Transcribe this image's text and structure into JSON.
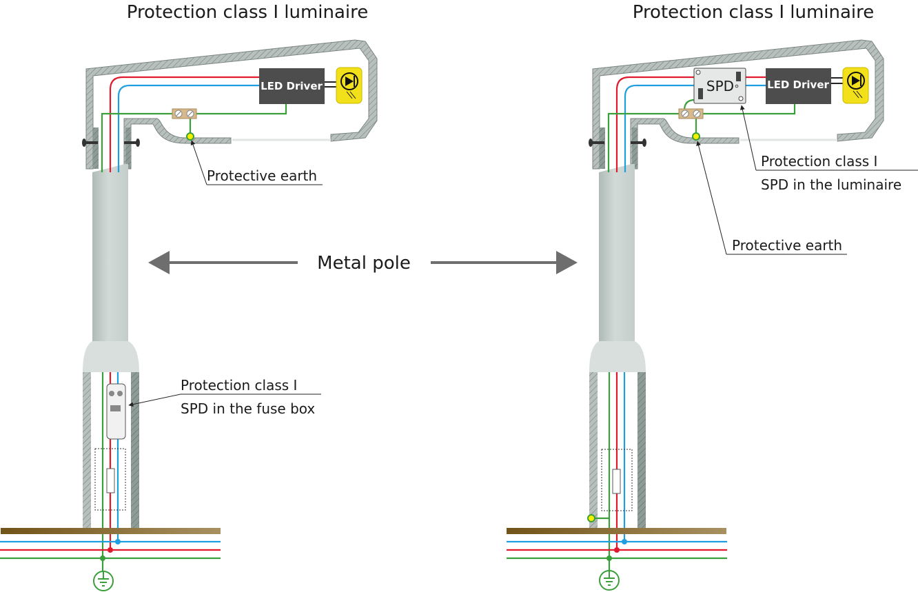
{
  "colors": {
    "phase": "#e0192d",
    "neutral": "#1e9ee0",
    "earth": "#3a9e3a",
    "housing": "#8e9c98",
    "pole": "#c9d2cf",
    "driver": "#4d4d4d",
    "led_bg": "#f2e01a",
    "ground": "#8a6a30",
    "arrow": "#6e6e6e",
    "earth_point": "#f4f000"
  },
  "left_panel": {
    "title": "Protection class I luminaire",
    "driver_label": "LED Driver",
    "led_icon": "led-diode-icon",
    "callouts": {
      "protective_earth": "Protective earth",
      "spd_line1": "Protection class I",
      "spd_line2": "SPD in the fuse box"
    }
  },
  "right_panel": {
    "title": "Protection class I luminaire",
    "driver_label": "LED Driver",
    "spd_label": "SPD",
    "led_icon": "led-diode-icon",
    "callouts": {
      "spd_line1": "Protection class I",
      "spd_line2": "SPD in the luminaire",
      "protective_earth": "Protective earth"
    }
  },
  "center": {
    "label": "Metal pole",
    "arrows": [
      "arrow-left",
      "arrow-right"
    ]
  },
  "ground_symbol": "earth-ground-icon"
}
